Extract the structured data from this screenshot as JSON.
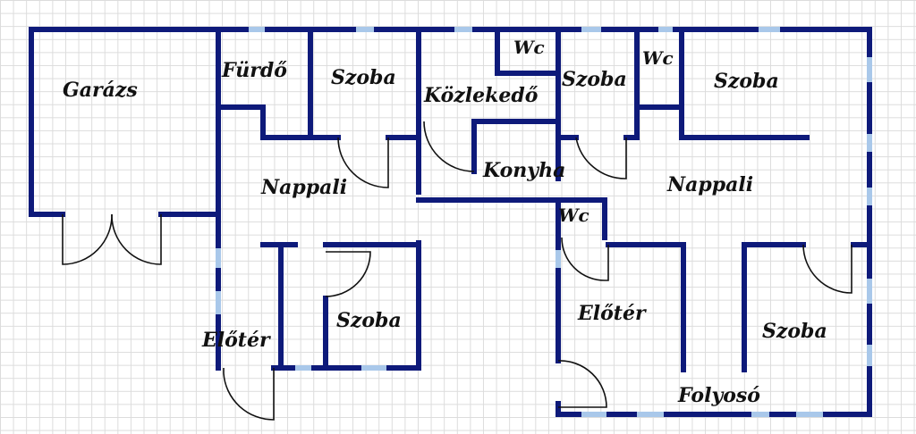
{
  "colors": {
    "wall": "#0e1a7a",
    "window": "#a9c8ea",
    "grid": "#dcdcdc"
  },
  "rooms": {
    "garazs": "Garázs",
    "furdo": "Fürdő",
    "szoba_top_left": "Szoba",
    "kozlekedo": "Közlekedő",
    "wc_top": "Wc",
    "szoba_top_mid": "Szoba",
    "wc_top_right": "Wc",
    "szoba_top_right": "Szoba",
    "nappali_left": "Nappali",
    "konyha": "Konyha",
    "nappali_right": "Nappali",
    "wc_mid": "Wc",
    "szoba_mid_left": "Szoba",
    "eloter_left": "Előtér",
    "eloter_right": "Előtér",
    "szoba_bottom_right": "Szoba",
    "folyoso": "Folyosó"
  }
}
